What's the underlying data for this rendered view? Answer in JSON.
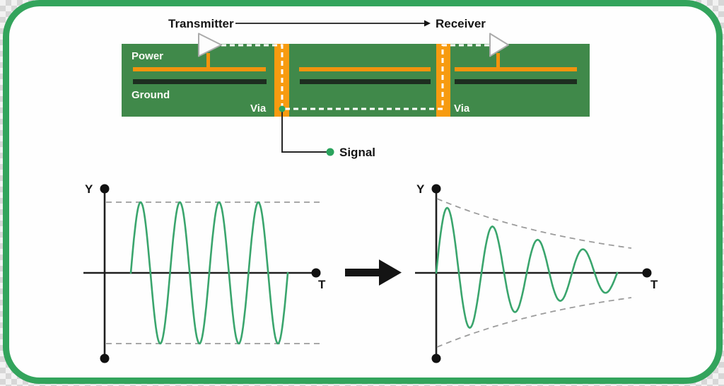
{
  "pcb": {
    "transmitter_label": "Transmitter",
    "receiver_label": "Receiver",
    "power_label": "Power",
    "ground_label": "Ground",
    "via_label_left": "Via",
    "via_label_right": "Via",
    "signal_label": "Signal"
  },
  "plots": {
    "left": {
      "y_axis_label": "Y",
      "t_axis_label": "T"
    },
    "right": {
      "y_axis_label": "Y",
      "t_axis_label": "T"
    }
  },
  "colors": {
    "card_border": "#33a45c",
    "pcb_green": "#40894a",
    "trace_orange": "#f2930d",
    "via_orange": "#f79b10",
    "ground_dark": "#1d2e20",
    "wave_green": "#3aa56d",
    "signal_green": "#2ba35d",
    "envelope_gray": "#9c9c9c"
  },
  "chart_data": [
    {
      "id": "signal-at-transmitter",
      "type": "line",
      "waveform": "sine",
      "xlabel": "T",
      "ylabel": "Y",
      "cycles": 4,
      "amplitude": 1.0,
      "decay_exponent": 0,
      "normalized_peak_amplitudes": [
        1.0,
        1.0,
        1.0,
        1.0
      ],
      "envelope": {
        "style": "dashed-lines",
        "level": 1.0
      },
      "grid": false,
      "legend": false
    },
    {
      "id": "signal-at-receiver",
      "type": "line",
      "waveform": "damped-sine",
      "xlabel": "T",
      "ylabel": "Y",
      "cycles": 4,
      "amplitude": 1.0,
      "decay_exponent": 1.35,
      "normalized_peak_amplitudes": [
        0.92,
        0.61,
        0.41,
        0.27
      ],
      "envelope": {
        "style": "dashed-exponential-decay",
        "start_level": 1.05,
        "end_level": 0.35
      },
      "grid": false,
      "legend": false
    }
  ]
}
